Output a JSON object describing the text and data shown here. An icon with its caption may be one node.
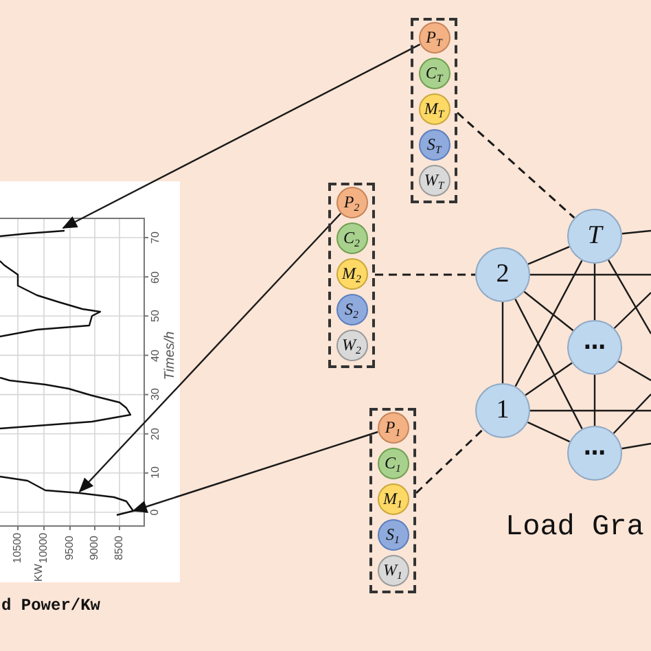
{
  "diagram": {
    "nodes": [
      {
        "text": [],
        "shape": "box"
      },
      {
        "text": [
          "P$_{T}$"
        ],
        "in": 0
      },
      {
        "text": [
          "C$_{T}$"
        ],
        "in": 0
      },
      {
        "text": [
          "M$_{T}$"
        ],
        "in": 0
      },
      {
        "text": [
          "S$_{T}$"
        ],
        "in": 0
      },
      {
        "text": [
          "W$_{T}$"
        ],
        "in": 0
      },
      {
        "text": [],
        "shape": "box"
      },
      {
        "text": [
          "P$_{2}$"
        ],
        "in": 6
      },
      {
        "text": [
          "C$_{2}$"
        ],
        "in": 6
      },
      {
        "text": [
          "M$_{2}$"
        ],
        "in": 6
      },
      {
        "text": [
          "S$_{2}$"
        ],
        "in": 6
      },
      {
        "text": [
          "W$_{2}$"
        ],
        "in": 6
      },
      {
        "text": [],
        "shape": "box"
      },
      {
        "text": [
          "P$_{1}$"
        ],
        "in": 12
      },
      {
        "text": [
          "C$_{1}$"
        ],
        "in": 12
      },
      {
        "text": [
          "M$_{1}$"
        ],
        "in": 12
      },
      {
        "text": [
          "S$_{1}$"
        ],
        "in": 12
      },
      {
        "text": [
          "W$_{1}$"
        ],
        "in": 12
      },
      {
        "text": [
          "T"
        ]
      },
      {
        "text": [
          "2"
        ]
      },
      {
        "text": [
          "⋯"
        ]
      },
      {
        "text": [
          "1"
        ]
      },
      {
        "text": [
          "⋯"
        ]
      },
      {
        "text": [],
        "shape": "line"
      }
    ],
    "edges": [
      {
        "from": 1,
        "to": 23,
        "arrow": "to"
      },
      {
        "from": 7,
        "to": 23,
        "arrow": "to"
      },
      {
        "from": 13,
        "to": 23,
        "arrow": "to"
      },
      {
        "from": 0,
        "to": 18,
        "arrow": "none",
        "style": "dashed"
      },
      {
        "from": 6,
        "to": 19,
        "arrow": "none",
        "style": "dashed"
      },
      {
        "from": 12,
        "to": 21,
        "arrow": "none",
        "style": "dashed"
      },
      {
        "from": 19,
        "to": 18,
        "arrow": "none"
      },
      {
        "from": 19,
        "to": 21,
        "arrow": "none"
      },
      {
        "from": 19,
        "to": 20,
        "arrow": "none"
      },
      {
        "from": 19,
        "to": 22,
        "arrow": "none"
      },
      {
        "from": 18,
        "to": 20,
        "arrow": "none"
      },
      {
        "from": 18,
        "to": 21,
        "arrow": "none"
      },
      {
        "from": 20,
        "to": 21,
        "arrow": "none"
      },
      {
        "from": 20,
        "to": 22,
        "arrow": "none"
      },
      {
        "from": 21,
        "to": 22,
        "arrow": "none"
      },
      {
        "from": 18,
        "to": null,
        "arrow": "none"
      },
      {
        "from": 18,
        "to": null,
        "arrow": "none"
      },
      {
        "from": 19,
        "to": null,
        "arrow": "none"
      },
      {
        "from": 20,
        "to": null,
        "arrow": "none"
      },
      {
        "from": 20,
        "to": null,
        "arrow": "none"
      },
      {
        "from": 21,
        "to": null,
        "arrow": "none"
      },
      {
        "from": 22,
        "to": null,
        "arrow": "none"
      },
      {
        "from": 22,
        "to": null,
        "arrow": "none"
      }
    ],
    "labels": [
      "70",
      "60",
      "50",
      "40",
      "30",
      "20",
      "10",
      "0",
      "Times/h",
      "Load Gra",
      "10500",
      "10000",
      "9500",
      "9000",
      "8500",
      "KW",
      "d Power/Kw"
    ]
  }
}
